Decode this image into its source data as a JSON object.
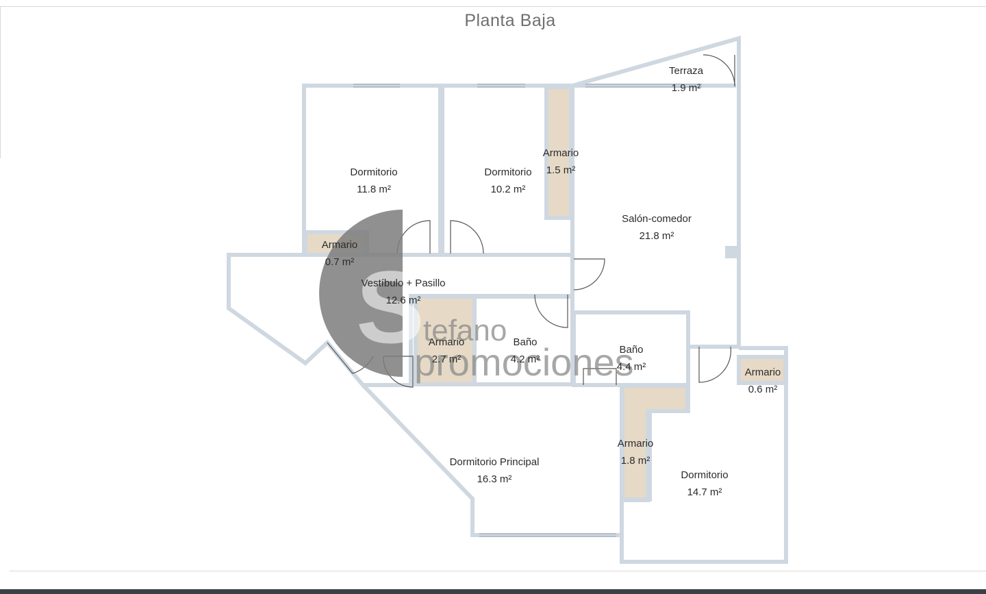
{
  "title": "Planta Baja",
  "watermark": {
    "line1": "tefano",
    "line2": "promociones",
    "color": "#7d7d7d"
  },
  "colors": {
    "wall": "#cfd8e1",
    "closet": "#e6d9c6",
    "label": "#2b2b2b"
  },
  "rooms": [
    {
      "name": "Terraza",
      "area": "1.9 m²"
    },
    {
      "name": "Dormitorio",
      "area": "11.8 m²"
    },
    {
      "name": "Dormitorio",
      "area": "10.2 m²"
    },
    {
      "name": "Armario",
      "area": "1.5 m²"
    },
    {
      "name": "Salón-comedor",
      "area": "21.8 m²"
    },
    {
      "name": "Armario",
      "area": "0.7 m²"
    },
    {
      "name": "Vestíbulo + Pasillo",
      "area": "12.6 m²"
    },
    {
      "name": "Armario",
      "area": "2.7 m²"
    },
    {
      "name": "Baño",
      "area": "4.2 m²"
    },
    {
      "name": "Baño",
      "area": "4.4 m²"
    },
    {
      "name": "Armario",
      "area": "0.6 m²"
    },
    {
      "name": "Armario",
      "area": "1.8 m²"
    },
    {
      "name": "Dormitorio Principal",
      "area": "16.3 m²"
    },
    {
      "name": "Dormitorio",
      "area": "14.7 m²"
    }
  ]
}
